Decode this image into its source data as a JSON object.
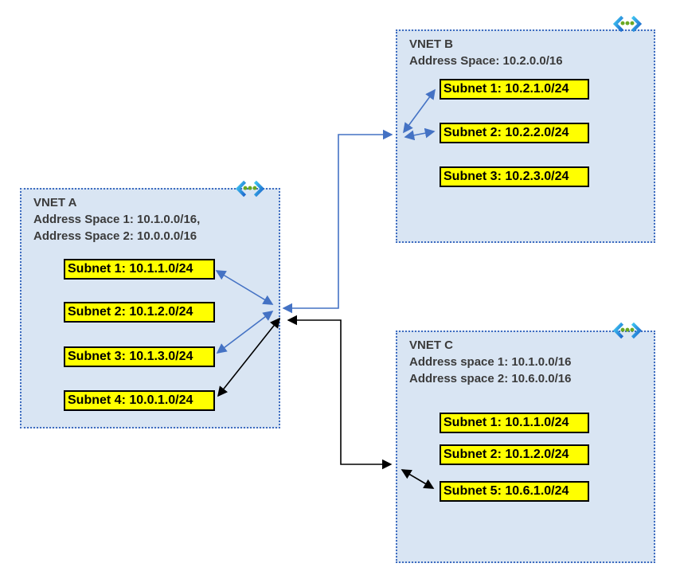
{
  "diagram": {
    "type": "azure-vnet-peering-diagram",
    "colors": {
      "panel_background": "#d9e5f3",
      "panel_border": "#3e6cc0",
      "subnet_background": "#ffff00",
      "subnet_border": "#000000",
      "blue_arrow": "#4472c4",
      "black_arrow": "#000000",
      "title_text": "#3b3b3b",
      "icon_blue_light": "#3fc6f1",
      "icon_blue_dark": "#1c67cc",
      "icon_green": "#6aa823"
    },
    "vnets": [
      {
        "id": "vnet-a",
        "title": "VNET A",
        "address_lines": [
          "Address Space 1: 10.1.0.0/16,",
          "Address Space 2: 10.0.0.0/16"
        ],
        "subnets": [
          "Subnet 1: 10.1.1.0/24",
          "Subnet 2: 10.1.2.0/24",
          "Subnet 3: 10.1.3.0/24",
          "Subnet 4: 10.0.1.0/24"
        ],
        "icon": "virtual-network-icon"
      },
      {
        "id": "vnet-b",
        "title": "VNET B",
        "address_lines": [
          "Address Space: 10.2.0.0/16"
        ],
        "subnets": [
          "Subnet 1: 10.2.1.0/24",
          "Subnet 2: 10.2.2.0/24",
          "Subnet 3: 10.2.3.0/24"
        ],
        "icon": "virtual-network-icon"
      },
      {
        "id": "vnet-c",
        "title": "VNET C",
        "address_lines": [
          "Address space 1: 10.1.0.0/16",
          "Address space 2: 10.6.0.0/16"
        ],
        "subnets": [
          "Subnet 1: 10.1.1.0/24",
          "Subnet 2: 10.1.2.0/24",
          "Subnet 5: 10.6.1.0/24"
        ],
        "icon": "virtual-network-icon"
      }
    ],
    "connections": [
      {
        "name": "vnet-a-vnet-b-peering",
        "arrow_color": "#4472c4",
        "style": "double-headed-arrows",
        "vnet_a_endpoints": [
          "Subnet 1: 10.1.1.0/24",
          "Subnet 3: 10.1.3.0/24"
        ],
        "vnet_b_endpoints": [
          "Subnet 1: 10.2.1.0/24",
          "Subnet 2: 10.2.2.0/24"
        ]
      },
      {
        "name": "vnet-a-vnet-c-peering",
        "arrow_color": "#000000",
        "style": "double-headed-arrows",
        "vnet_a_endpoints": [
          "Subnet 4: 10.0.1.0/24"
        ],
        "vnet_c_endpoints": [
          "Subnet 5: 10.6.1.0/24"
        ]
      }
    ]
  }
}
